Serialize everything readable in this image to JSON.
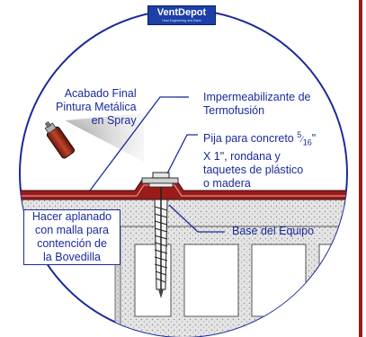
{
  "brand": {
    "logo_text": "VentDepot",
    "tagline": "Heat Engineering and Sales"
  },
  "labels": {
    "finish_line1": "Acabado Final",
    "finish_line2": "Pintura Metálica",
    "finish_line3": "en Spray",
    "waterproof_line1": "Impermeabilizante de",
    "waterproof_line2": "Termofusión",
    "screw_line1_prefix": "Pija para concreto ",
    "screw_fraction_num": "5",
    "screw_fraction_den": "16",
    "screw_line1_suffix": "\"",
    "screw_line2": "X 1\", rondana y",
    "screw_line3": "taquetes de plástico",
    "screw_line4": "o madera",
    "base": "Base del Equipo",
    "plaster_line1": "Hacer aplanado",
    "plaster_line2": "con malla para",
    "plaster_line3": "contención de",
    "plaster_line4": "la Bovedilla"
  },
  "colors": {
    "label_text": "#1a2a9a",
    "roof_membrane": "#9b1b1b",
    "concrete": "#c8c8c8",
    "circle_border": "#1a2a9a",
    "side_bar": "#9b1b1b",
    "brand_bg": "#1c3fa8"
  }
}
